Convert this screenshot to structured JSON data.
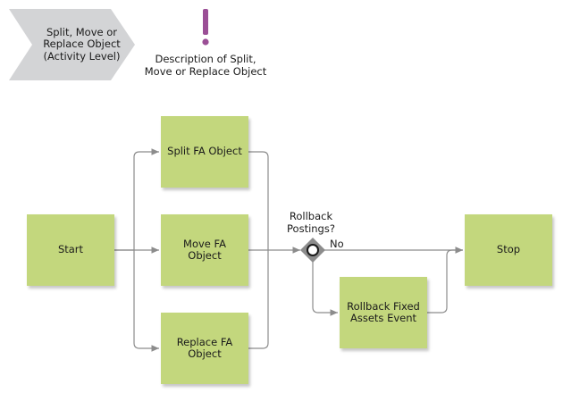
{
  "header": {
    "activity_label": "Split, Move or\nReplace Object\n(Activity Level)",
    "description_label": "Description of Split,\nMove or Replace Object",
    "description_icon": "exclamation-icon",
    "description_icon_color": "#9b4f96",
    "activity_color": "#d3d4d6"
  },
  "nodes": {
    "start": "Start",
    "split": "Split FA Object",
    "move": "Move FA Object",
    "replace": "Replace FA\nObject",
    "rollback_fixed": "Rollback Fixed\nAssets Event",
    "stop": "Stop"
  },
  "gateway": {
    "label": "Rollback\nPostings?",
    "no_label": "No"
  },
  "colors": {
    "task_fill": "#c3d77d",
    "connector": "#8c8c8c",
    "gateway_fill": "#8c8c8c"
  }
}
